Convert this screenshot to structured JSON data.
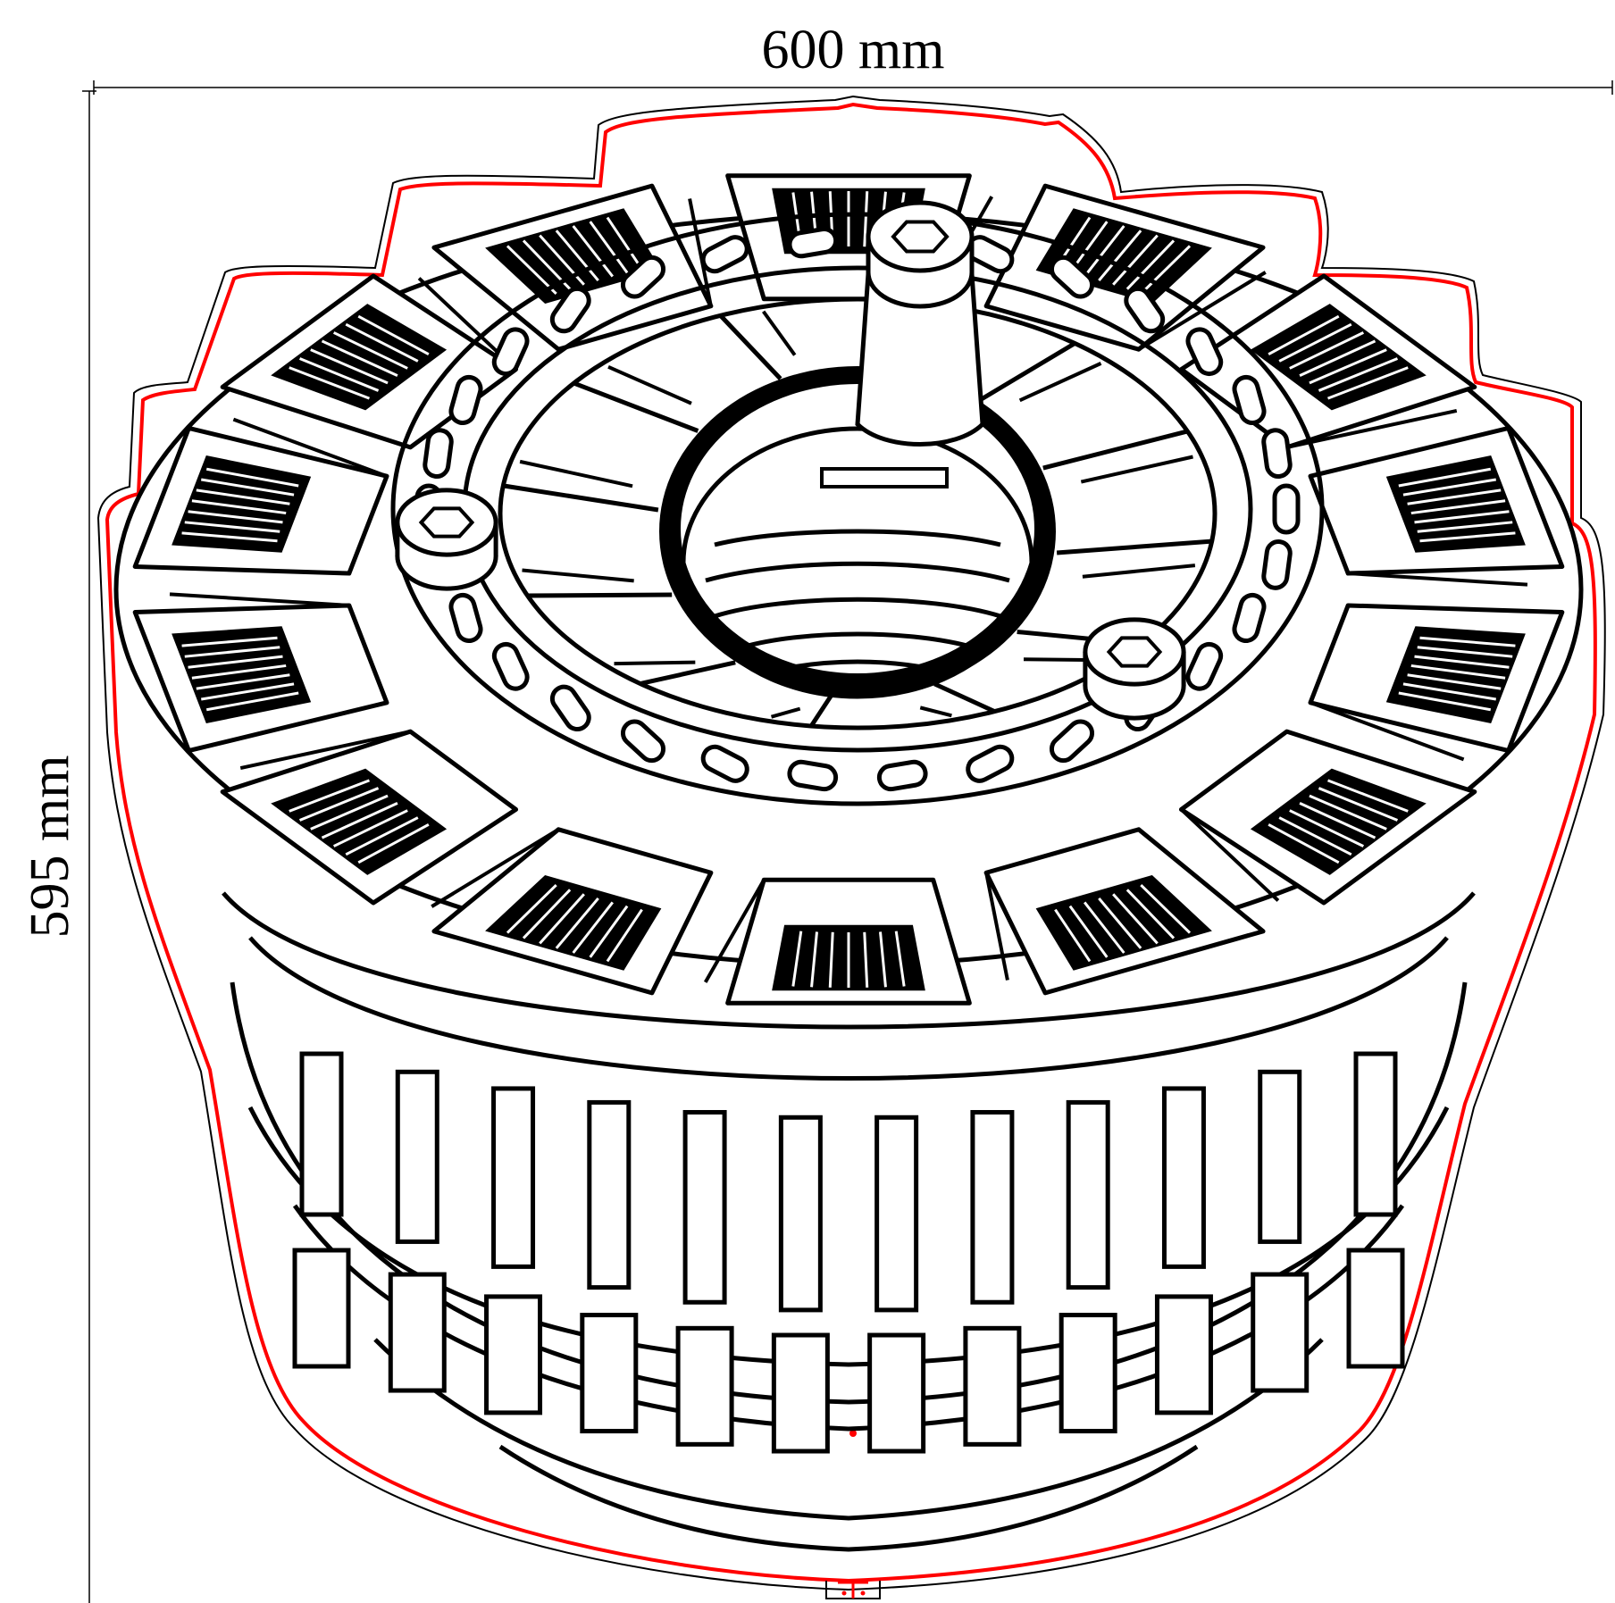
{
  "dimensions": {
    "width_label": "600 mm",
    "height_label": "595 mm"
  },
  "colors": {
    "outline": "#000000",
    "cut_line": "#ff0000",
    "background": "#ffffff"
  },
  "drawing": {
    "outer_fins": 14,
    "ring_slots": 30,
    "bolts": 3,
    "lower_bars": 12
  }
}
